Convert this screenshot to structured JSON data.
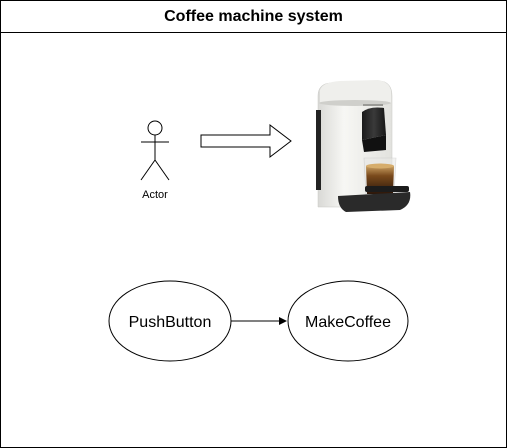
{
  "diagram": {
    "title": "Coffee machine system",
    "actor_label": "Actor",
    "machine_image": "coffee-machine",
    "nodes": [
      {
        "id": "push",
        "label": "PushButton"
      },
      {
        "id": "make",
        "label": "MakeCoffee"
      }
    ],
    "edges": [
      {
        "from": "push",
        "to": "make"
      }
    ]
  }
}
